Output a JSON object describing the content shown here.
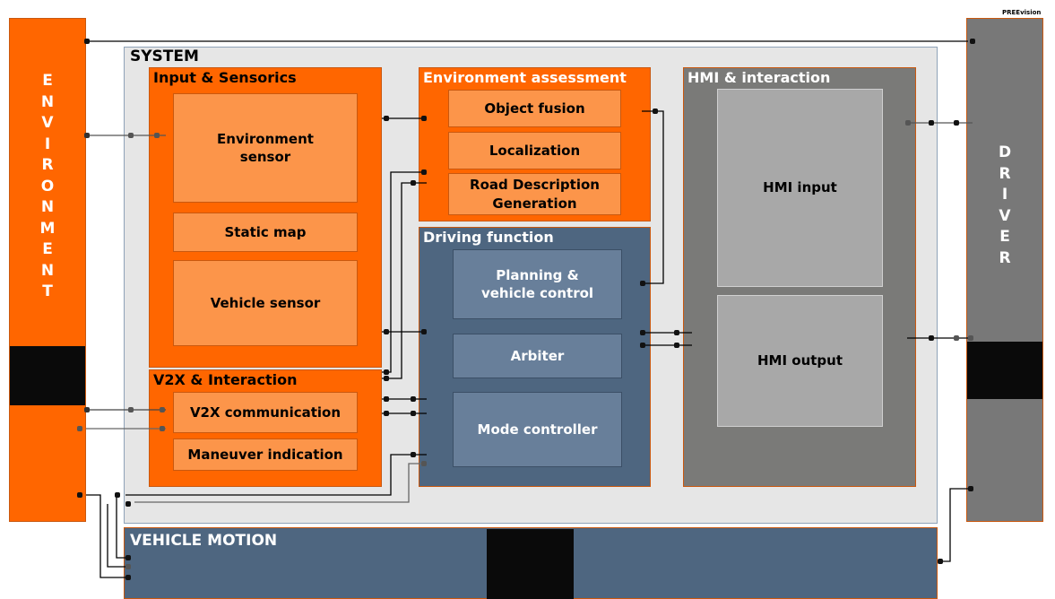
{
  "logo": "PREEvision",
  "environment": {
    "letters": [
      "E",
      "N",
      "V",
      "I",
      "R",
      "O",
      "N",
      "M",
      "E",
      "N",
      "T"
    ]
  },
  "driver": {
    "letters": [
      "D",
      "R",
      "I",
      "V",
      "E",
      "R"
    ]
  },
  "system": {
    "title": "SYSTEM",
    "input_sensorics": {
      "title": "Input & Sensorics",
      "environment_sensor": "Environment sensor",
      "static_map": "Static map",
      "vehicle_sensor": "Vehicle sensor"
    },
    "v2x_interaction": {
      "title": "V2X & Interaction",
      "v2x_communication": "V2X communication",
      "maneuver_indication": "Maneuver indication"
    },
    "environment_assessment": {
      "title": "Environment assessment",
      "object_fusion": "Object fusion",
      "localization": "Localization",
      "road_description_generation": "Road Description Generation"
    },
    "driving_function": {
      "title": "Driving function",
      "planning_vehicle_control": "Planning & vehicle control",
      "arbiter": "Arbiter",
      "mode_controller": "Mode controller"
    },
    "hmi_interaction": {
      "title": "HMI & interaction",
      "hmi_input": "HMI input",
      "hmi_output": "HMI output"
    }
  },
  "vehicle_motion": {
    "title": "VEHICLE MOTION"
  },
  "colors": {
    "orange": "#ff6600",
    "light_orange": "#fc954a",
    "blue": "#4e6680",
    "blue_sub": "#687f9a",
    "grey": "#7a7a78",
    "grey_sub": "#a8a8a8",
    "driver_grey": "#787878",
    "system_bg": "#e6e6e6"
  }
}
